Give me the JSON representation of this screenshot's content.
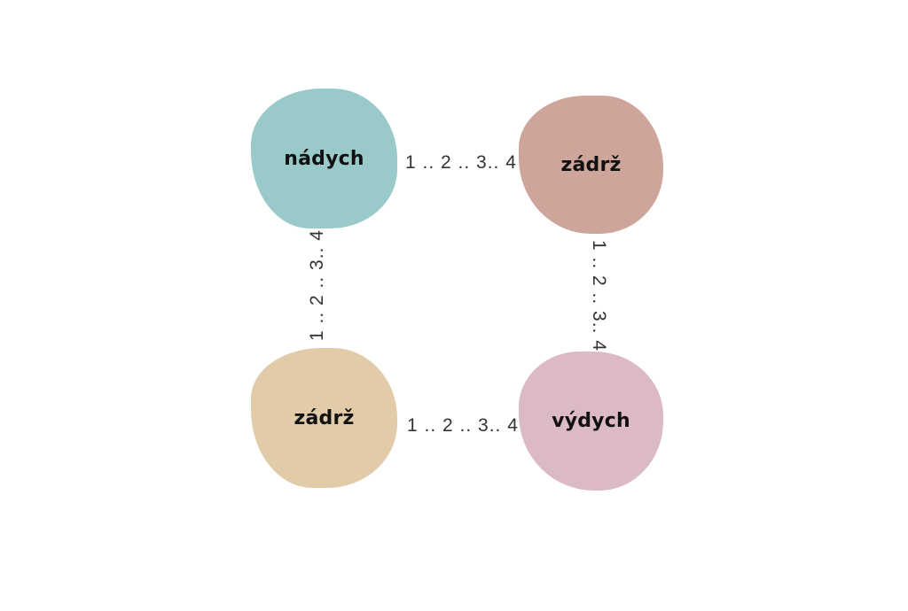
{
  "steps": [
    {
      "label": "nádych",
      "color": "#99c9c9"
    },
    {
      "label": "zádrž",
      "color": "#cda59a"
    },
    {
      "label": "výdych",
      "color": "#dcbac3"
    },
    {
      "label": "zádrž",
      "color": "#e2cba9"
    }
  ],
  "counts": {
    "top": "1 .. 2 .. 3.. 4",
    "right": "1 .. 2 .. 3.. 4",
    "bottom": "1 .. 2 .. 3.. 4",
    "left": "1 .. 2 .. 3.. 4"
  }
}
